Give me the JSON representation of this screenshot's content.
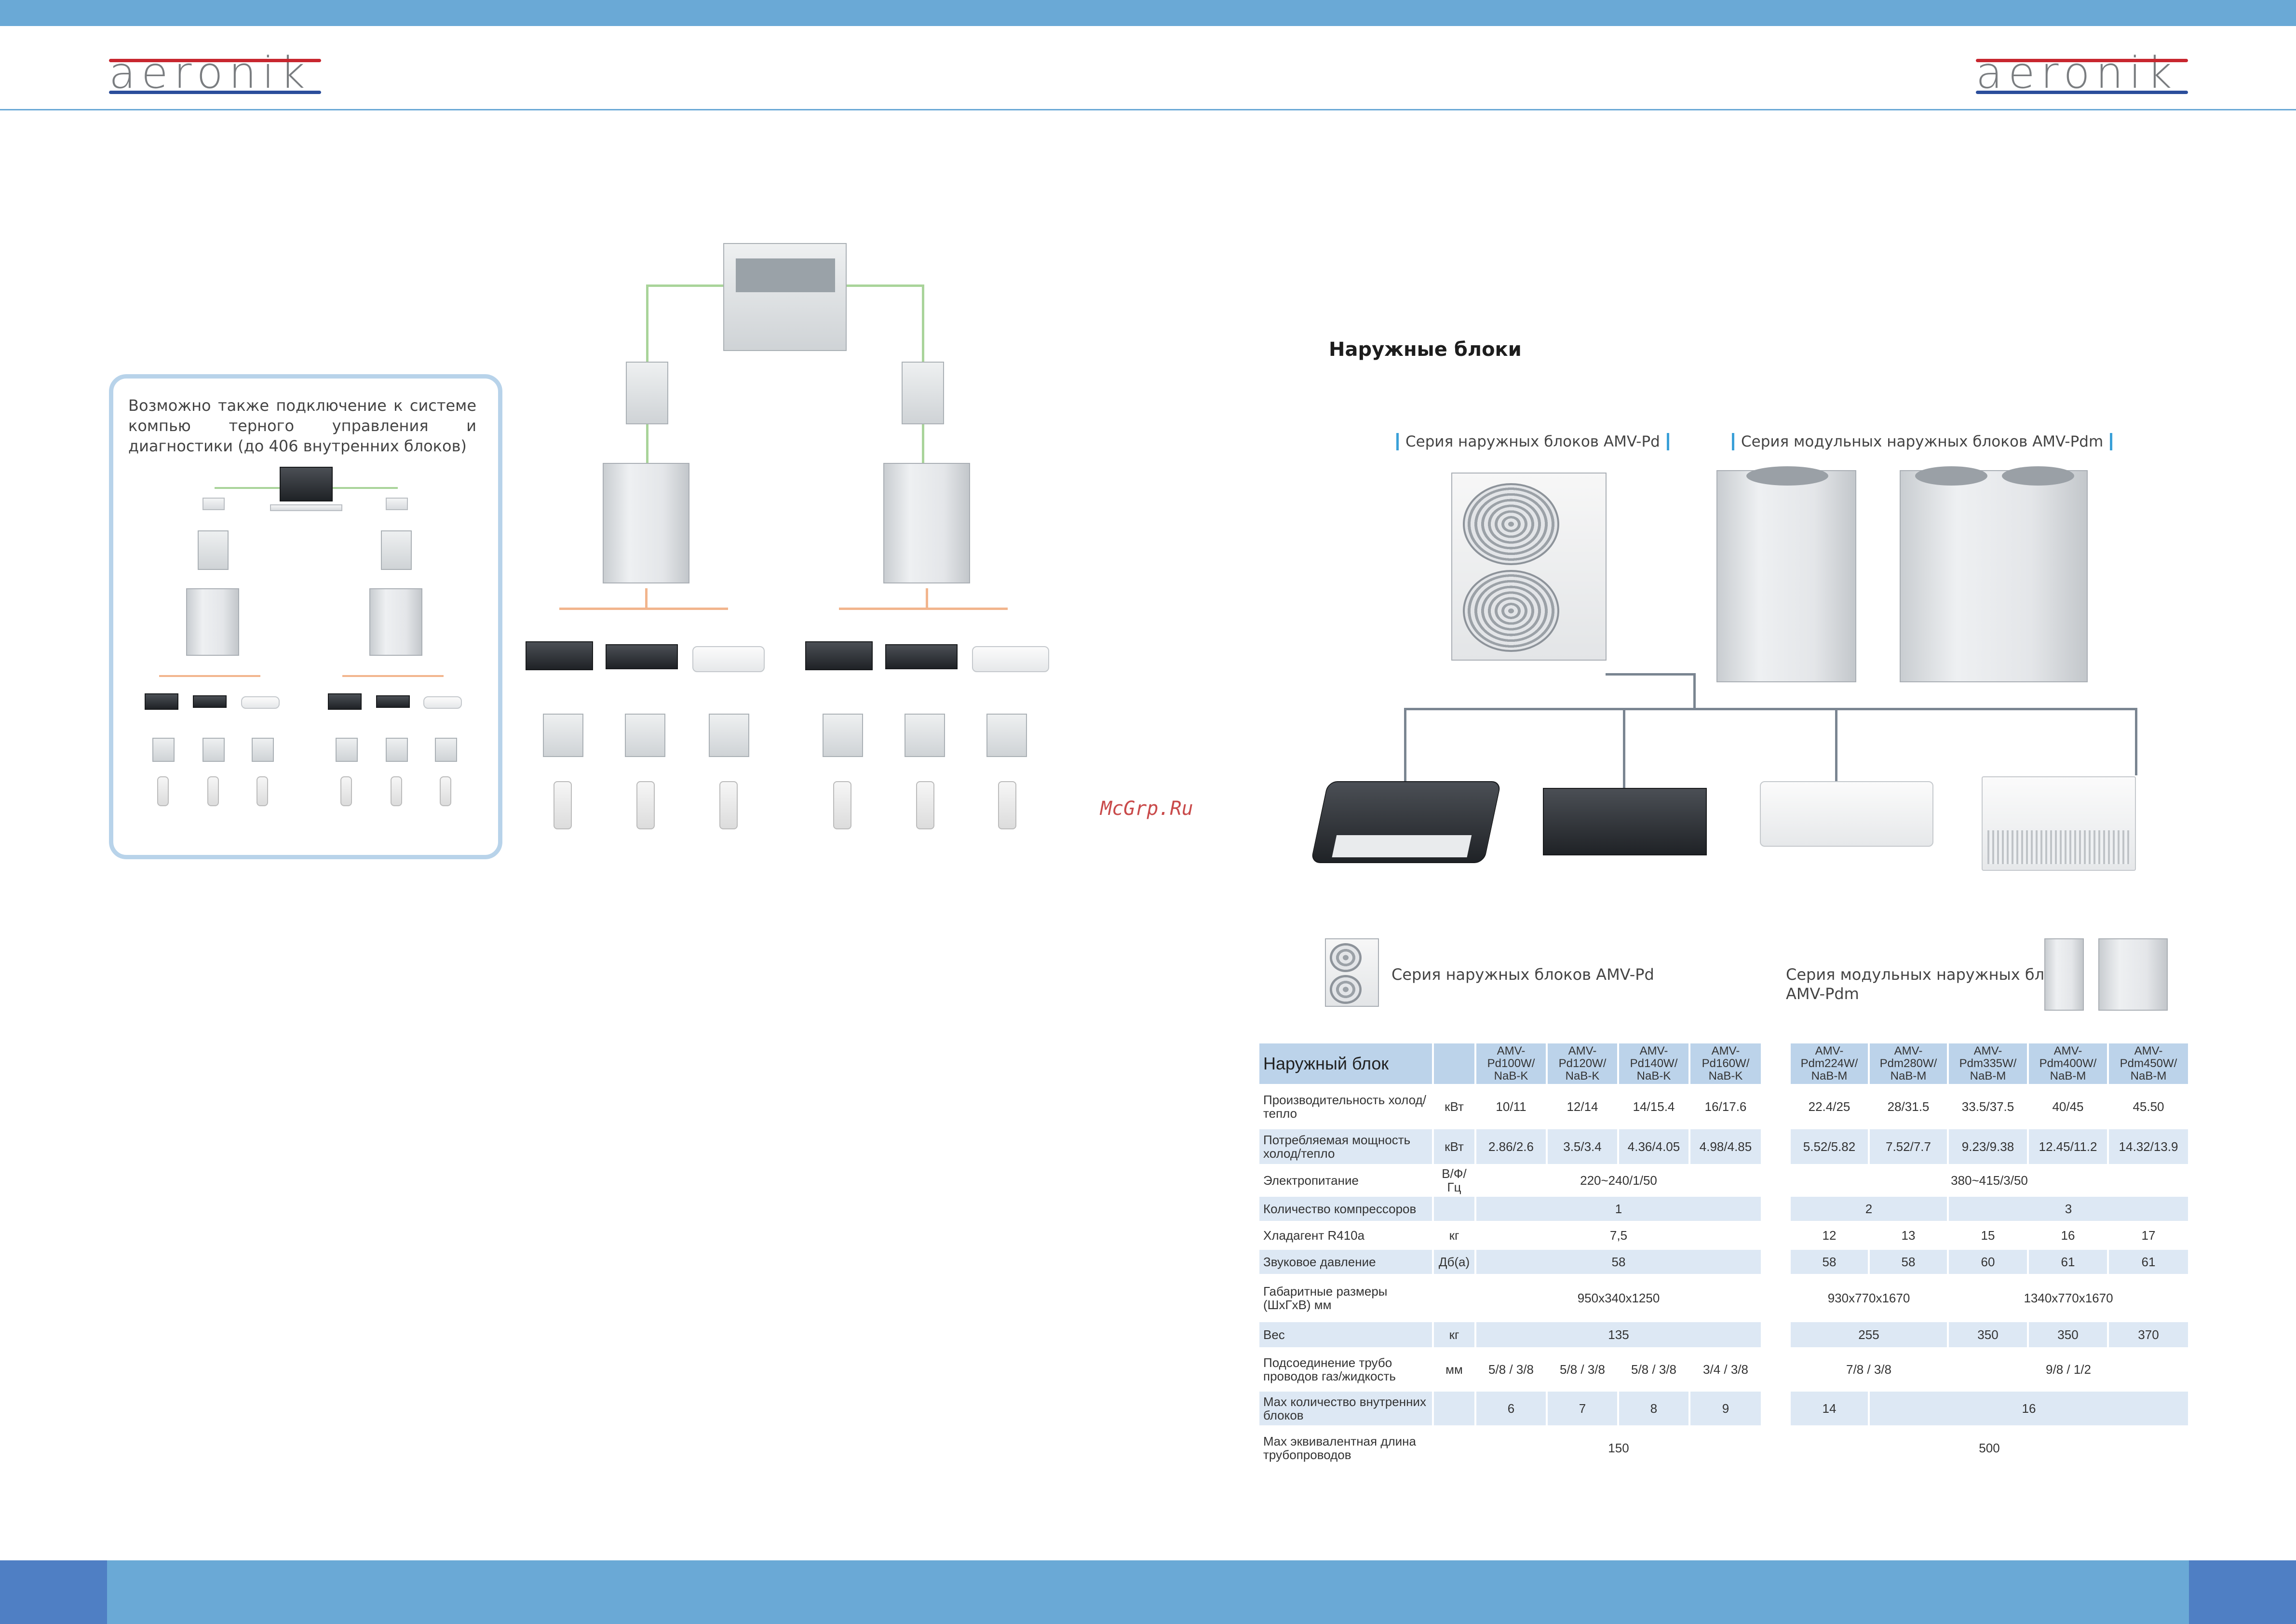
{
  "header": {
    "logo_left": "aeronik",
    "logo_right": "aeronik"
  },
  "watermark": "McGrp.Ru",
  "left": {
    "note_text": "Возможно также подключение к системе компью терного управления и диагностики (до 406 внутренних блоков)"
  },
  "right": {
    "section_title": "Наружные блоки",
    "series_pd": "Серия наружных блоков AMV-Pd",
    "series_pdm": "Серия модульных наружных блоков AMV-Pdm",
    "sub_pd": "Серия наружных блоков AMV-Pd",
    "sub_pdm_1": "Серия модульных наружных блоков",
    "sub_pdm_2": "AMV-Pdm"
  },
  "colors": {
    "brand_blue": "#6aa9d6",
    "dark_blue": "#4f7fc4",
    "table_header": "#bcd3ea",
    "table_alt": "#dde8f4",
    "logo_red": "#c8262e",
    "logo_blue": "#2b4e9b"
  },
  "table_pd": {
    "corner": "Наружный блок",
    "models": [
      "AMV-Pd100W/ NaB-K",
      "AMV-Pd120W/ NaB-K",
      "AMV-Pd140W/ NaB-K",
      "AMV-Pd160W/ NaB-K"
    ],
    "rows": [
      {
        "label": "Производительность холод/тепло",
        "unit": "кВт",
        "values": [
          "10/11",
          "12/14",
          "14/15.4",
          "16/17.6"
        ]
      },
      {
        "label": "Потребляемая мощность холод/тепло",
        "unit": "кВт",
        "values": [
          "2.86/2.6",
          "3.5/3.4",
          "4.36/4.05",
          "4.98/4.85"
        ]
      },
      {
        "label": "Электропитание",
        "unit": "В/Ф/Гц",
        "span": "220~240/1/50"
      },
      {
        "label": "Количество компрессоров",
        "unit": "",
        "span": "1"
      },
      {
        "label": "Хладагент R410a",
        "unit": "кг",
        "span": "7,5"
      },
      {
        "label": "Звуковое давление",
        "unit": "Дб(а)",
        "span": "58"
      },
      {
        "label": "Габаритные размеры (ШхГхВ) мм",
        "unit": "",
        "span": "950x340x1250"
      },
      {
        "label": "Вес",
        "unit": "кг",
        "span": "135"
      },
      {
        "label": "Подсоединение трубо проводов газ/жидкость",
        "unit": "мм",
        "values": [
          "5/8 / 3/8",
          "5/8 / 3/8",
          "5/8 / 3/8",
          "3/4 / 3/8"
        ]
      },
      {
        "label": "Max количество внутренних блоков",
        "unit": "",
        "values": [
          "6",
          "7",
          "8",
          "9"
        ]
      },
      {
        "label": "Max эквивалентная длина трубопроводов",
        "unit": "",
        "span": "150"
      }
    ]
  },
  "table_pdm": {
    "models": [
      "AMV-Pdm224W/ NaB-M",
      "AMV-Pdm280W/ NaB-M",
      "AMV-Pdm335W/ NaB-M",
      "AMV-Pdm400W/ NaB-M",
      "AMV-Pdm450W/ NaB-M"
    ],
    "row1": [
      "22.4/25",
      "28/31.5",
      "33.5/37.5",
      "40/45",
      "45.50"
    ],
    "row2": [
      "5.52/5.82",
      "7.52/7.7",
      "9.23/9.38",
      "12.45/11.2",
      "14.32/13.9"
    ],
    "row3": "380~415/3/50",
    "row4": [
      "2",
      "3"
    ],
    "row5": [
      "12",
      "13",
      "15",
      "16",
      "17"
    ],
    "row6": [
      "58",
      "58",
      "60",
      "61",
      "61"
    ],
    "row7": [
      "930x770x1670",
      "1340x770x1670"
    ],
    "row8": [
      "255",
      "350",
      "350",
      "370"
    ],
    "row9": [
      "7/8 / 3/8",
      "9/8 / 1/2"
    ],
    "row10": [
      "14",
      "16"
    ],
    "row11": "500"
  }
}
